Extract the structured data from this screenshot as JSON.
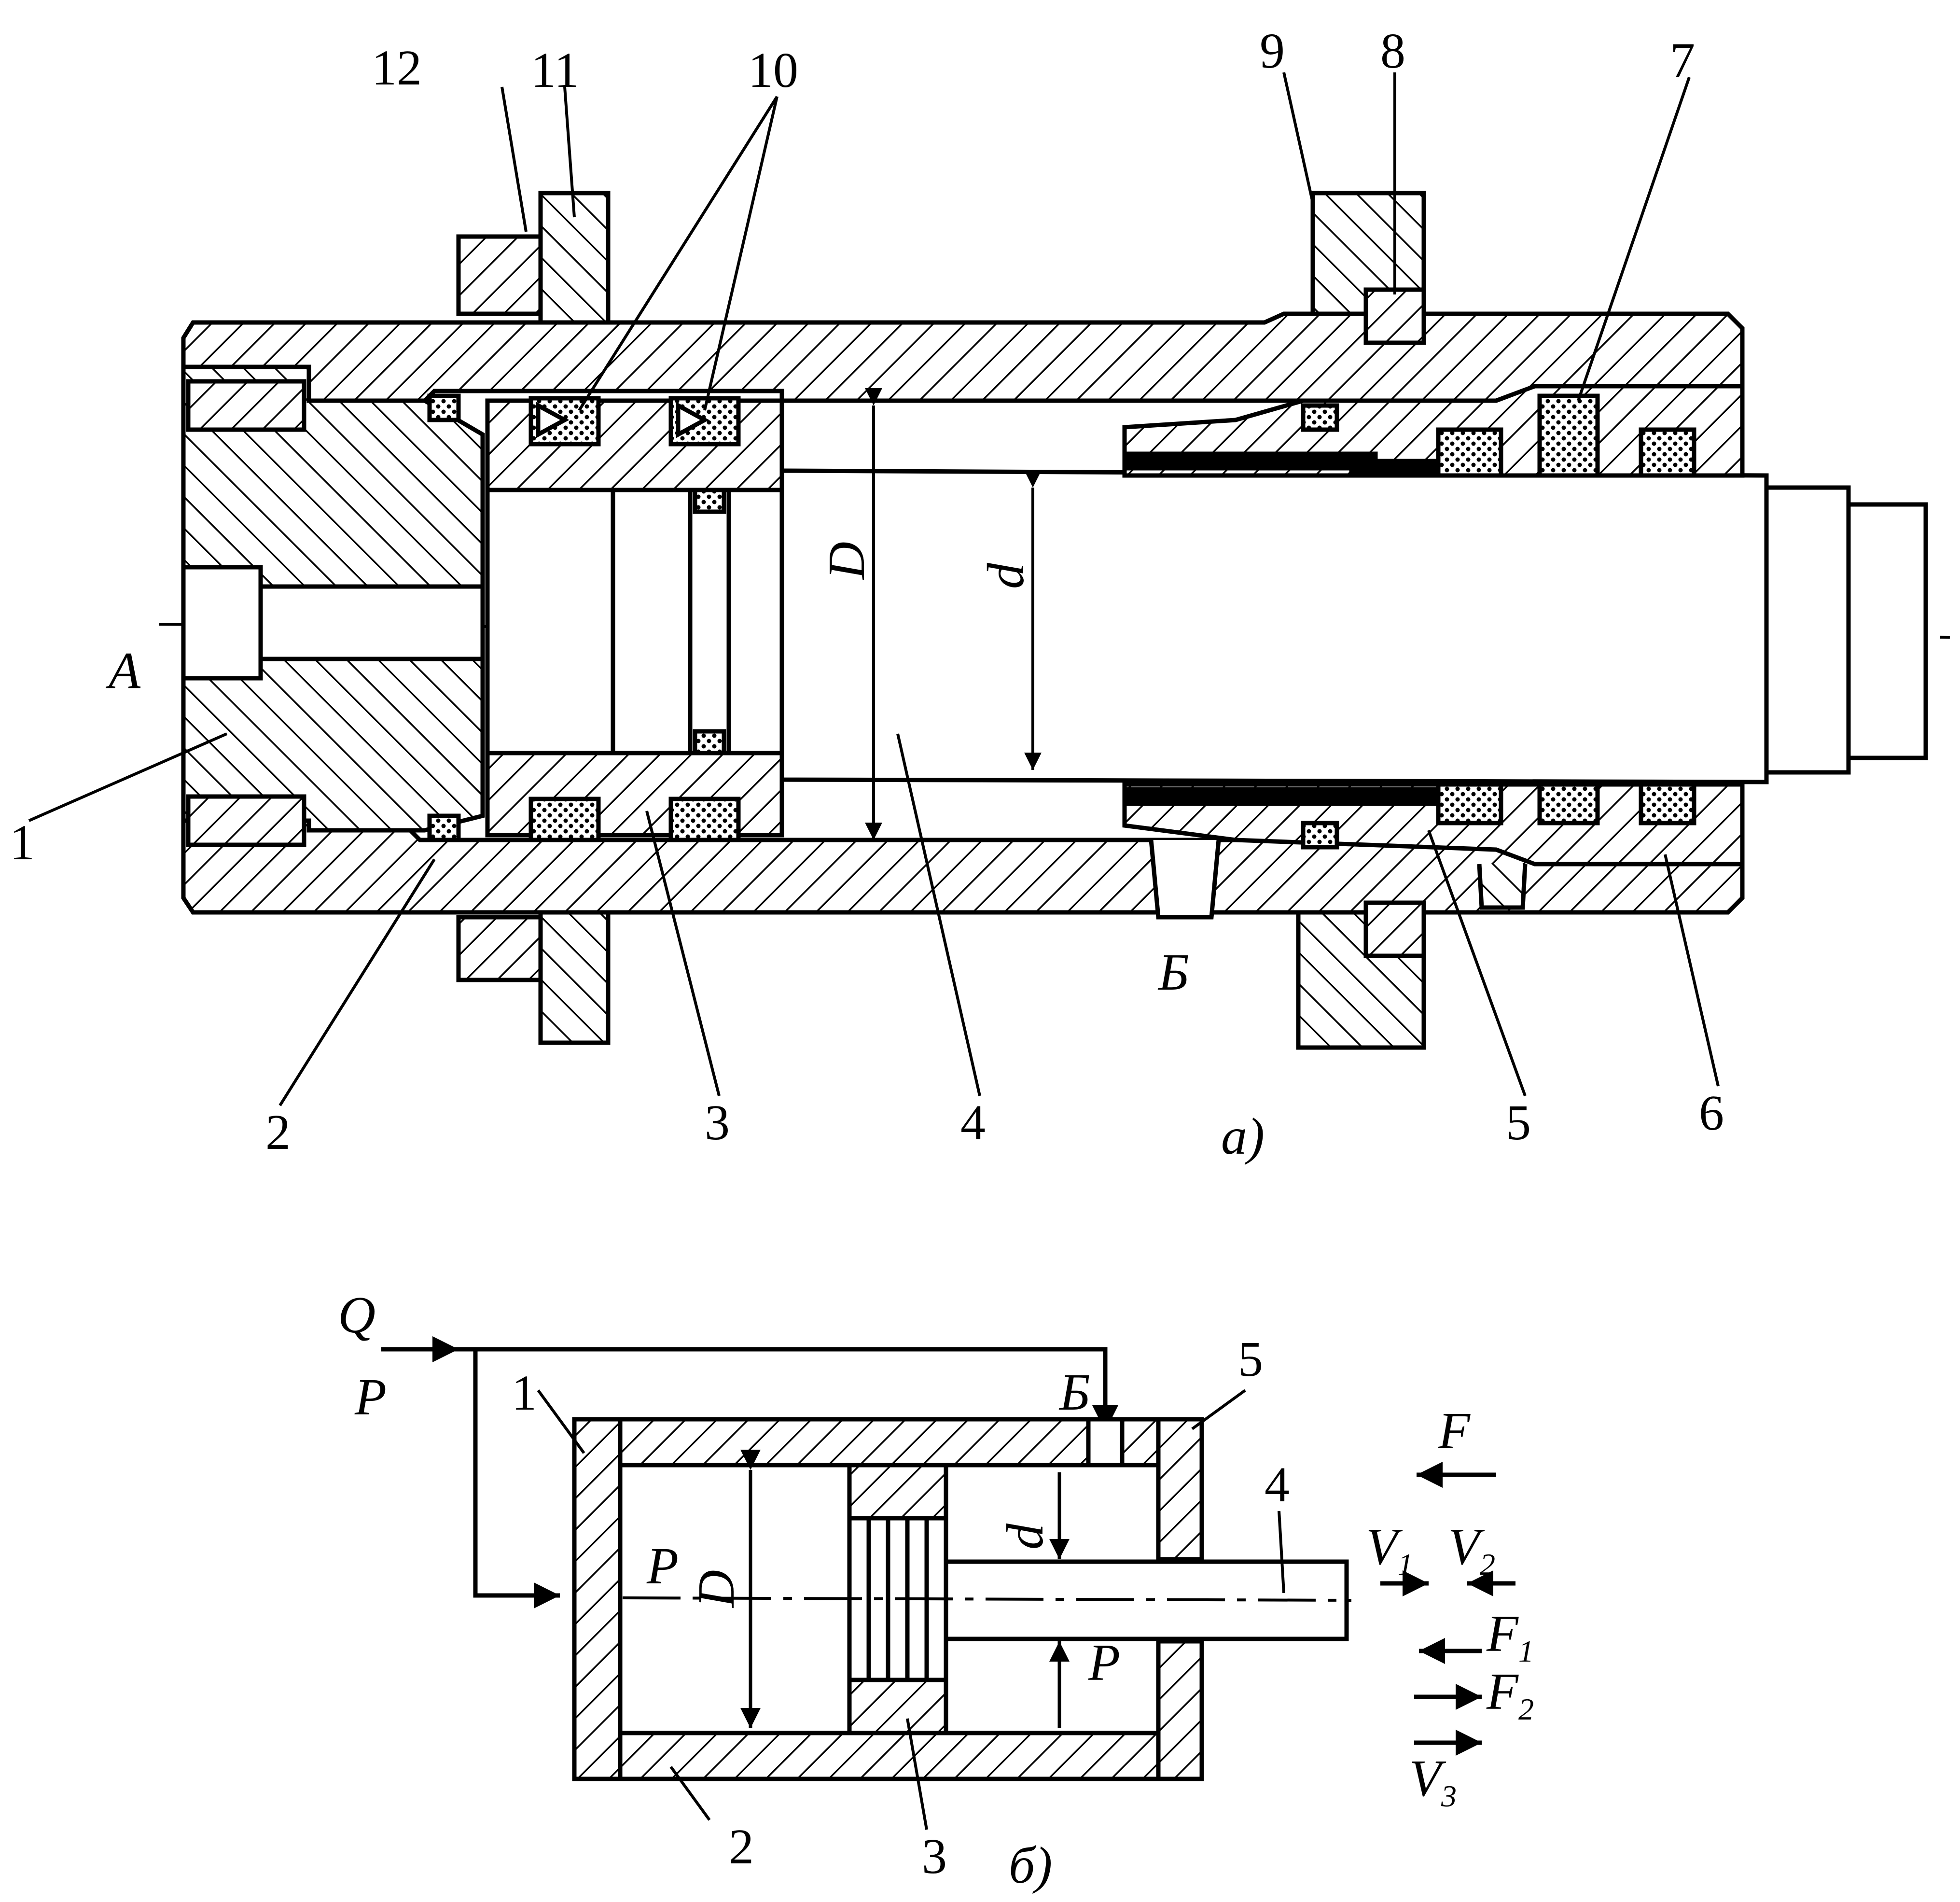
{
  "figure_a": {
    "caption": "а)",
    "part_numbers": [
      "1",
      "2",
      "3",
      "4",
      "5",
      "6",
      "7",
      "8",
      "9",
      "10",
      "11",
      "12"
    ],
    "port_labels": {
      "A": "A",
      "B": "Б"
    },
    "dimensions": {
      "D": "D",
      "d": "d"
    }
  },
  "figure_b": {
    "caption": "б)",
    "part_numbers": [
      "1",
      "2",
      "3",
      "4",
      "5"
    ],
    "flow_label": "Q",
    "pressure_label": "P",
    "port_B": "Б",
    "dimensions": {
      "D": "D",
      "d": "d"
    },
    "forces": [
      "F",
      "F1",
      "F2"
    ],
    "velocities": [
      "V1",
      "V2",
      "V3"
    ],
    "symbols": {
      "F": "F",
      "V": "V",
      "sub1": "1",
      "sub2": "2",
      "sub3": "3"
    }
  },
  "colors": {
    "ink": "#000000",
    "paper": "#ffffff"
  }
}
